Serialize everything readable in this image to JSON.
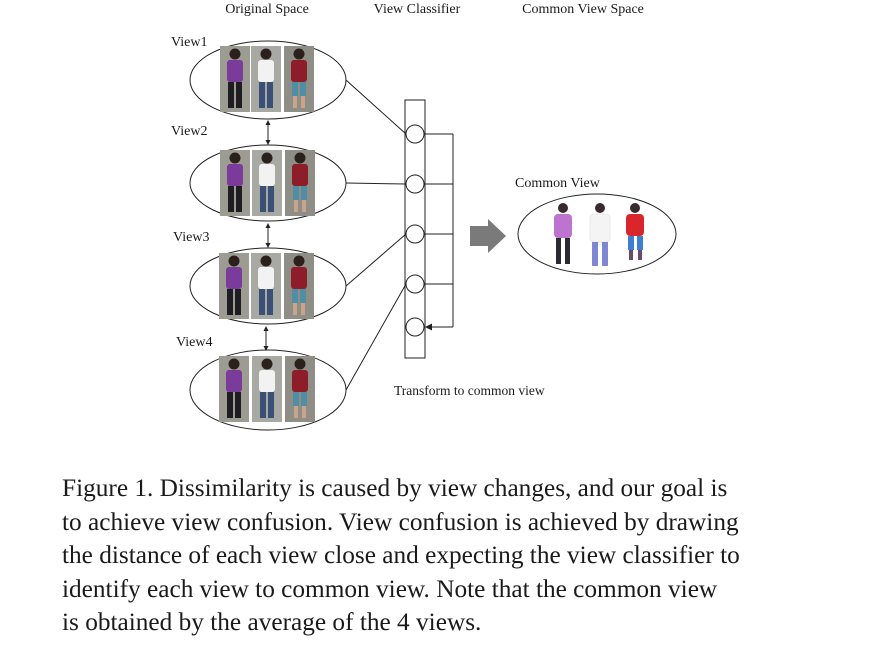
{
  "figure": {
    "headers": {
      "original_space": "Original Space",
      "view_classifier": "View Classifier",
      "common_view_space": "Common View Space"
    },
    "view_labels": [
      "View1",
      "View2",
      "View3",
      "View4"
    ],
    "common_view_label": "Common View",
    "transform_label": "Transform to common view",
    "colors": {
      "line": "#222222",
      "arrow": "#7a7a7a",
      "purple_shirt": "#7b3b9b",
      "white_shirt": "#f2f2f2",
      "maroon_shirt": "#8e1d2a",
      "red_shirt": "#d8262c",
      "dark_pants": "#2a2a30",
      "jeans": "#3b5077",
      "shorts": "#4f8fa6"
    },
    "icons": [
      "person-photo-strip-icon",
      "double-arrow-icon",
      "classifier-node-icon",
      "right-arrow-icon"
    ]
  },
  "caption": {
    "lines": [
      "Figure 1. Dissimilarity is caused by view changes, and our goal is",
      "to achieve view confusion. View confusion is achieved by drawing",
      "the distance of each view close and expecting the view classifier to",
      "identify each view to common view.  Note that the common view",
      "is obtained by the average of the 4 views."
    ]
  }
}
